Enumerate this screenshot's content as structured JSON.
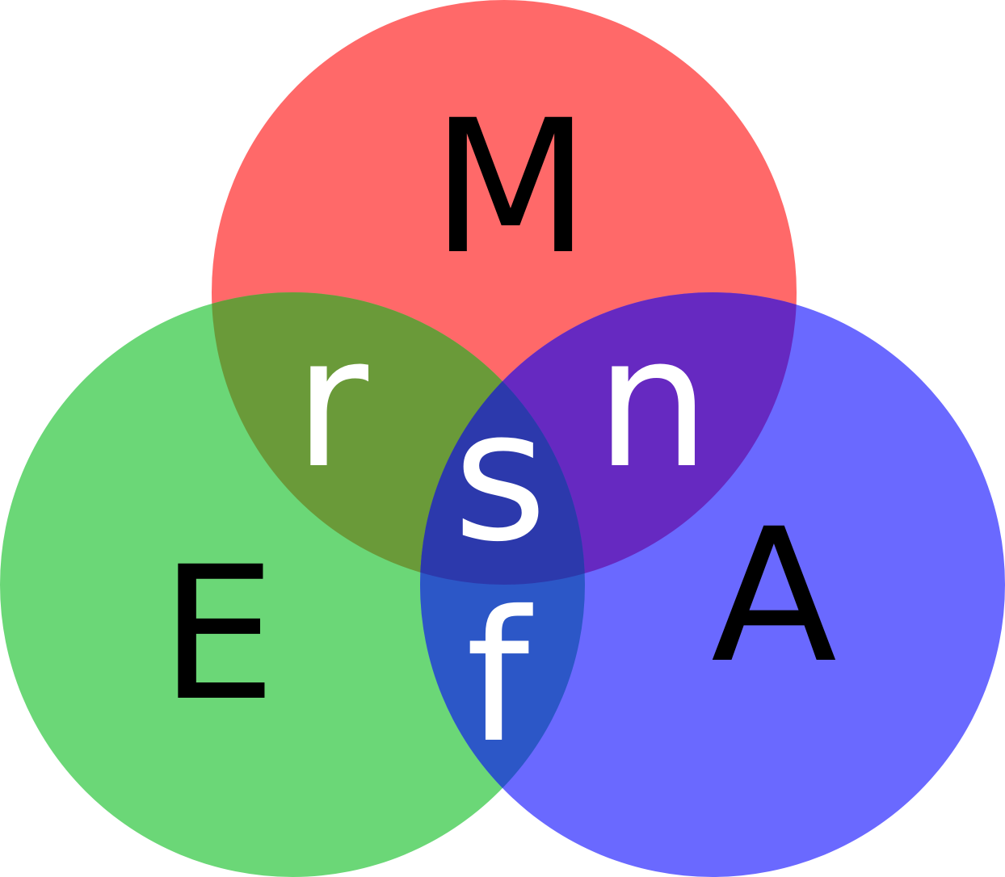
{
  "colors": {
    "set_M": "#ff6969",
    "set_E": "#6bd777",
    "set_A": "#6a69ff",
    "region_M_E": "#6a9a39",
    "region_M_A": "#6629c1",
    "region_E_A": "#2c57c7",
    "region_M_E_A": "#2c39ac",
    "set_text": "#000000",
    "region_text": "#ffffff"
  },
  "sets": {
    "M": {
      "label": "M"
    },
    "E": {
      "label": "E"
    },
    "A": {
      "label": "A"
    }
  },
  "regions": {
    "M_E": {
      "label": "r"
    },
    "M_A": {
      "label": "n"
    },
    "E_A": {
      "label": "f"
    },
    "M_E_A": {
      "label": "s"
    }
  }
}
